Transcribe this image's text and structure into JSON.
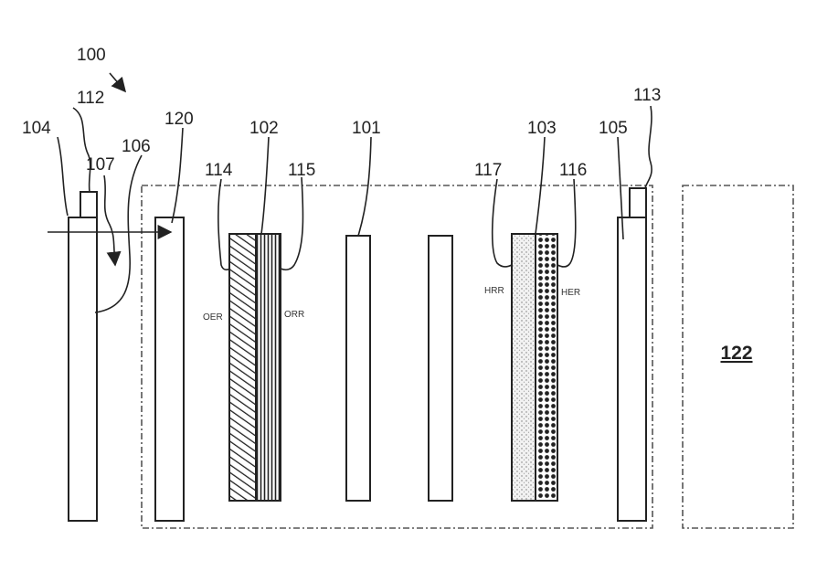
{
  "labels": {
    "system": "100",
    "ref_101": "101",
    "ref_102": "102",
    "ref_103": "103",
    "ref_104": "104",
    "ref_105": "105",
    "ref_106": "106",
    "ref_107": "107",
    "ref_112": "112",
    "ref_113": "113",
    "ref_114": "114",
    "ref_115": "115",
    "ref_116": "116",
    "ref_117": "117",
    "ref_120": "120",
    "ref_122": "122"
  },
  "side_labels": {
    "oer": "OER",
    "orr": "ORR",
    "hrr": "HRR",
    "her": "HER"
  },
  "colors": {
    "line": "#222222",
    "dashed_border": "#555555",
    "background": "#ffffff"
  }
}
